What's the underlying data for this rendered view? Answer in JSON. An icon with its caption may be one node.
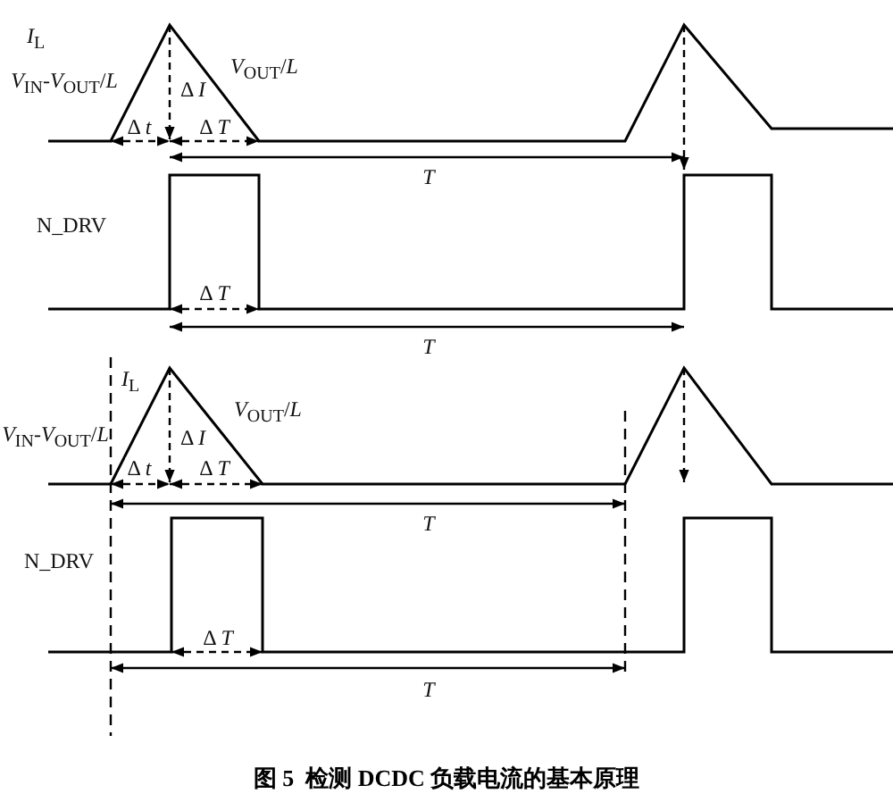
{
  "diagram": {
    "caption": "图 5  检测 DCDC 负载电流的基本原理",
    "labels": [
      "*I*$_{L}$",
      "*V*$_{IN}$-*V*$_{OUT}$/*L*",
      "*V*$_{OUT}$/*L*",
      "Δ *I*",
      "Δ *t*",
      "Δ *T*",
      "*T*",
      "N_DRV",
      "Δ *T*",
      "*T*",
      "*I*$_{L}$",
      "*V*$_{OUT}$/*L*",
      "*V*$_{IN}$-*V*$_{OUT}$/*L*",
      "Δ *I*",
      "Δ *t*",
      "Δ *T*",
      "*T*",
      "N_DRV",
      "Δ *T*",
      "*T*"
    ]
  }
}
